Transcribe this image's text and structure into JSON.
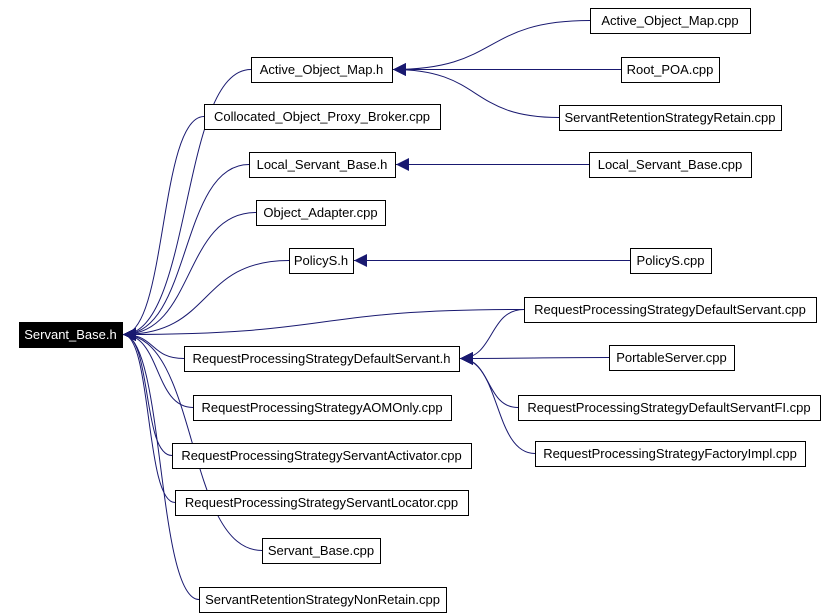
{
  "root": {
    "id": "servant_base_h",
    "label": "Servant_Base.h"
  },
  "nodes": [
    {
      "id": "active_object_map_h",
      "label": "Active_Object_Map.h"
    },
    {
      "id": "collocated_cpp",
      "label": "Collocated_Object_Proxy_Broker.cpp"
    },
    {
      "id": "local_servant_base_h",
      "label": "Local_Servant_Base.h"
    },
    {
      "id": "object_adapter_cpp",
      "label": "Object_Adapter.cpp"
    },
    {
      "id": "policys_h",
      "label": "PolicyS.h"
    },
    {
      "id": "rpsds_cpp",
      "label": "RequestProcessingStrategyDefaultServant.cpp"
    },
    {
      "id": "rpsds_h",
      "label": "RequestProcessingStrategyDefaultServant.h"
    },
    {
      "id": "rpsaom_cpp",
      "label": "RequestProcessingStrategyAOMOnly.cpp"
    },
    {
      "id": "rpssa_cpp",
      "label": "RequestProcessingStrategyServantActivator.cpp"
    },
    {
      "id": "rpssl_cpp",
      "label": "RequestProcessingStrategyServantLocator.cpp"
    },
    {
      "id": "servant_base_cpp",
      "label": "Servant_Base.cpp"
    },
    {
      "id": "srsnr_cpp",
      "label": "ServantRetentionStrategyNonRetain.cpp"
    },
    {
      "id": "active_object_map_cpp",
      "label": "Active_Object_Map.cpp"
    },
    {
      "id": "root_poa_cpp",
      "label": "Root_POA.cpp"
    },
    {
      "id": "srsr_cpp",
      "label": "ServantRetentionStrategyRetain.cpp"
    },
    {
      "id": "local_servant_base_cpp",
      "label": "Local_Servant_Base.cpp"
    },
    {
      "id": "policys_cpp",
      "label": "PolicyS.cpp"
    },
    {
      "id": "portableserver_cpp",
      "label": "PortableServer.cpp"
    },
    {
      "id": "rpsdsfi_cpp",
      "label": "RequestProcessingStrategyDefaultServantFI.cpp"
    },
    {
      "id": "rpsfi_cpp",
      "label": "RequestProcessingStrategyFactoryImpl.cpp"
    }
  ],
  "edges": [
    {
      "from": "active_object_map_h",
      "to": "servant_base_h"
    },
    {
      "from": "collocated_cpp",
      "to": "servant_base_h"
    },
    {
      "from": "local_servant_base_h",
      "to": "servant_base_h"
    },
    {
      "from": "object_adapter_cpp",
      "to": "servant_base_h"
    },
    {
      "from": "policys_h",
      "to": "servant_base_h"
    },
    {
      "from": "rpsds_cpp",
      "to": "servant_base_h"
    },
    {
      "from": "rpsds_h",
      "to": "servant_base_h"
    },
    {
      "from": "rpsaom_cpp",
      "to": "servant_base_h"
    },
    {
      "from": "rpssa_cpp",
      "to": "servant_base_h"
    },
    {
      "from": "rpssl_cpp",
      "to": "servant_base_h"
    },
    {
      "from": "servant_base_cpp",
      "to": "servant_base_h"
    },
    {
      "from": "srsnr_cpp",
      "to": "servant_base_h"
    },
    {
      "from": "active_object_map_cpp",
      "to": "active_object_map_h"
    },
    {
      "from": "root_poa_cpp",
      "to": "active_object_map_h"
    },
    {
      "from": "srsr_cpp",
      "to": "active_object_map_h"
    },
    {
      "from": "local_servant_base_cpp",
      "to": "local_servant_base_h"
    },
    {
      "from": "policys_cpp",
      "to": "policys_h"
    },
    {
      "from": "rpsds_cpp",
      "to": "rpsds_h"
    },
    {
      "from": "portableserver_cpp",
      "to": "rpsds_h"
    },
    {
      "from": "rpsdsfi_cpp",
      "to": "rpsds_h"
    },
    {
      "from": "rpsfi_cpp",
      "to": "rpsds_h"
    }
  ],
  "colors": {
    "edge": "#191970",
    "root_fill": "#000000",
    "root_text": "#ffffff",
    "node_fill": "#ffffff",
    "node_border": "#000000"
  }
}
